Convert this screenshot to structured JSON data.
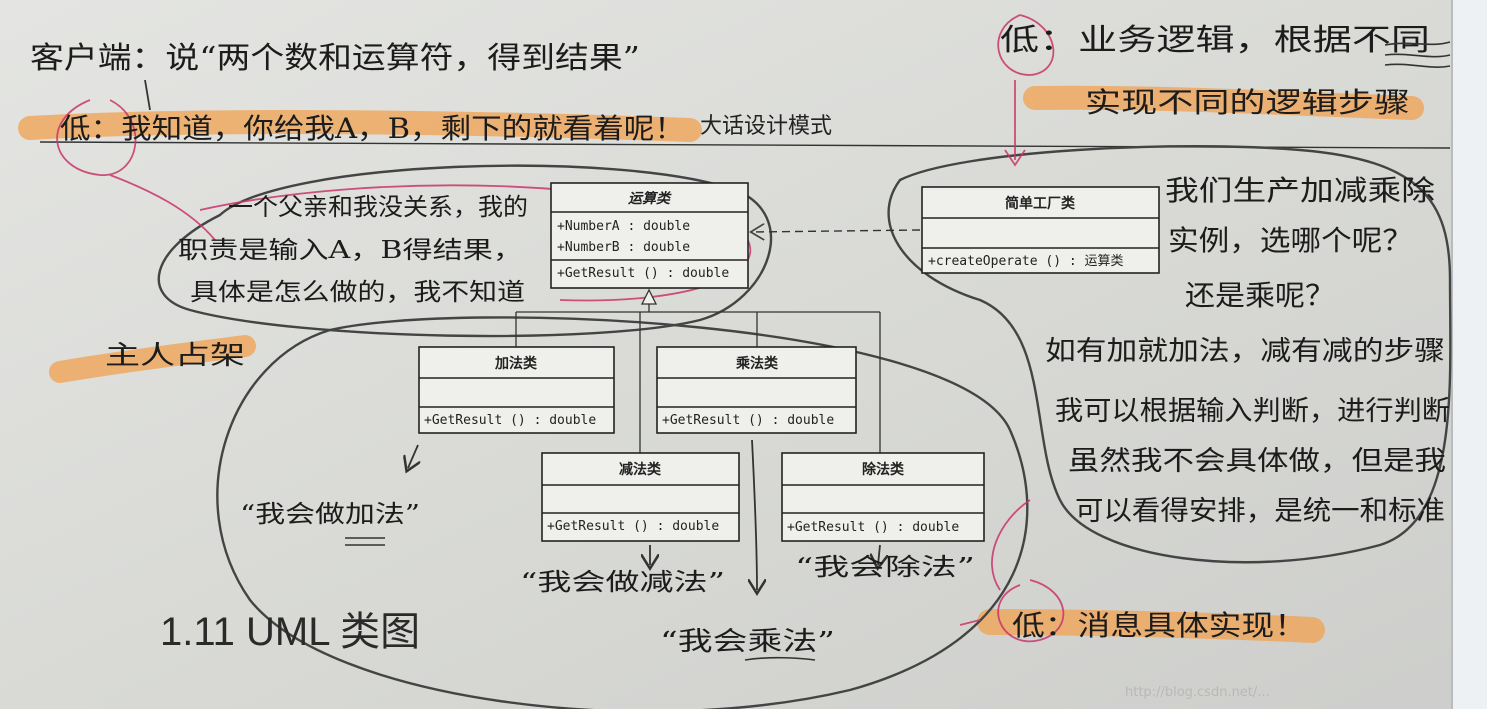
{
  "book_header": "大话设计模式",
  "section_heading": "1.11  UML 类图",
  "classes": {
    "operation": {
      "name": "运算类",
      "attributes": [
        "+NumberA  : double",
        "+NumberB  : double"
      ],
      "method": "+GetResult () : double"
    },
    "factory": {
      "name": "简单工厂类",
      "method": "+createOperate () : 运算类"
    },
    "add": {
      "name": "加法类",
      "method": "+GetResult () : double"
    },
    "mul": {
      "name": "乘法类",
      "method": "+GetResult () : double"
    },
    "sub": {
      "name": "减法类",
      "method": "+GetResult () : double"
    },
    "div": {
      "name": "除法类",
      "method": "+GetResult () : double"
    }
  },
  "handwriting": {
    "top_left_line1": "客户端：说“两个数和运算符，得到结果”",
    "top_left_line2": "低：我知道，你给我A，B，剩下的就看着呢！",
    "operation_note_1": "一个父亲和我没关系，我的",
    "operation_note_2": "职责是输入A，B得结果，",
    "operation_note_3": "具体是怎么做的，我不知道",
    "frame_label": "主人占架",
    "top_right_line1": "低：业务逻辑，根据不同",
    "top_right_line2": "实现不同的逻辑步骤",
    "factory_note_1": "我们生产加减乘除",
    "factory_note_2": "实例，选哪个呢？",
    "factory_note_3": "还是乘呢？",
    "right_block_1": "如有加就加法，减有减的步骤",
    "right_block_2": "我可以根据输入判断，进行判断",
    "right_block_3": "虽然我不会具体做，但是我",
    "right_block_4": "可以看得安排，是统一和标准",
    "bottom_right": "低：消息具体实现！",
    "add_note": "“我会做加法”",
    "sub_note": "“我会做减法”",
    "mul_note": "“我会乘法”",
    "div_note": "“我会除法”"
  },
  "watermark": "http://blog.csdn.net/..."
}
